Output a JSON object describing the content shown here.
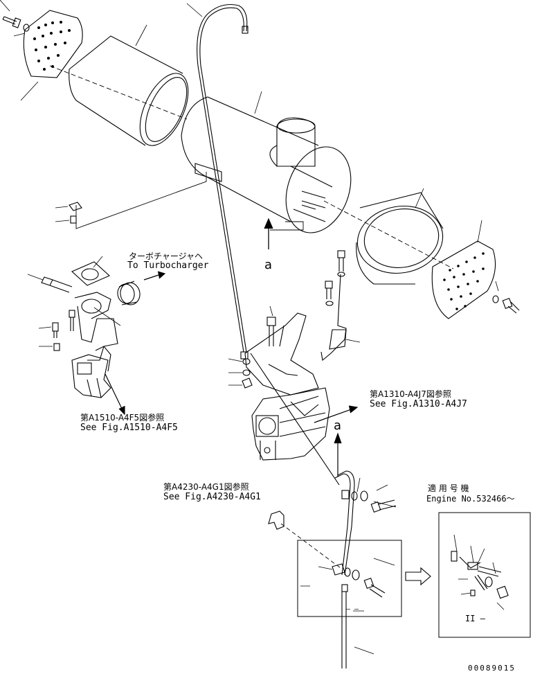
{
  "turbo_note": {
    "ja": "ターボチャージャヘ",
    "en": "To Turbocharger"
  },
  "ref_a1510": {
    "ja": "第A1510-A4F5図参照",
    "en": "See Fig.A1510-A4F5"
  },
  "ref_a1310": {
    "ja": "第A1310-A4J7図参照",
    "en": "See Fig.A1310-A4J7"
  },
  "ref_a4230": {
    "ja": "第A4230-A4G1図参照",
    "en": "See Fig.A4230-A4G1"
  },
  "applicable": {
    "ja": "適 用 号 機",
    "en": "Engine No.532466～"
  },
  "view_marks": {
    "upper": "a",
    "lower": "a"
  },
  "detail_marks": {
    "left_box": "– –",
    "right_box": "II –"
  },
  "drawing_number": "00089015"
}
